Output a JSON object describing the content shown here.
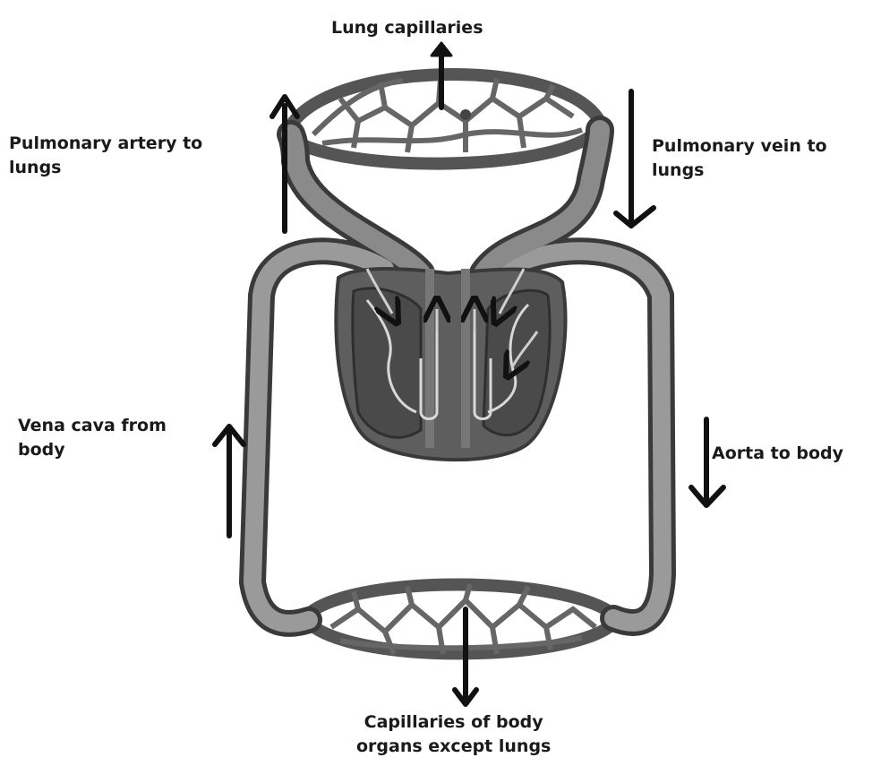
{
  "labels": {
    "lung_capillaries": "Lung capillaries",
    "pulmonary_artery": [
      "Pulmonary artery to",
      "lungs"
    ],
    "pulmonary_vein": [
      "Pulmonary vein to",
      "lungs"
    ],
    "vena_cava": [
      "Vena cava from",
      "body"
    ],
    "aorta": "Aorta to body",
    "body_capillaries": [
      "Capillaries of body",
      "organs except lungs"
    ]
  },
  "colors": {
    "vessel": "#8c8c8c",
    "vessel_outline": "#3a3a3a",
    "heart": "#5e5e5e",
    "heart_dark": "#3f3f3f",
    "capillary_bed": "#7a7a7a",
    "arrow": "#111111"
  }
}
